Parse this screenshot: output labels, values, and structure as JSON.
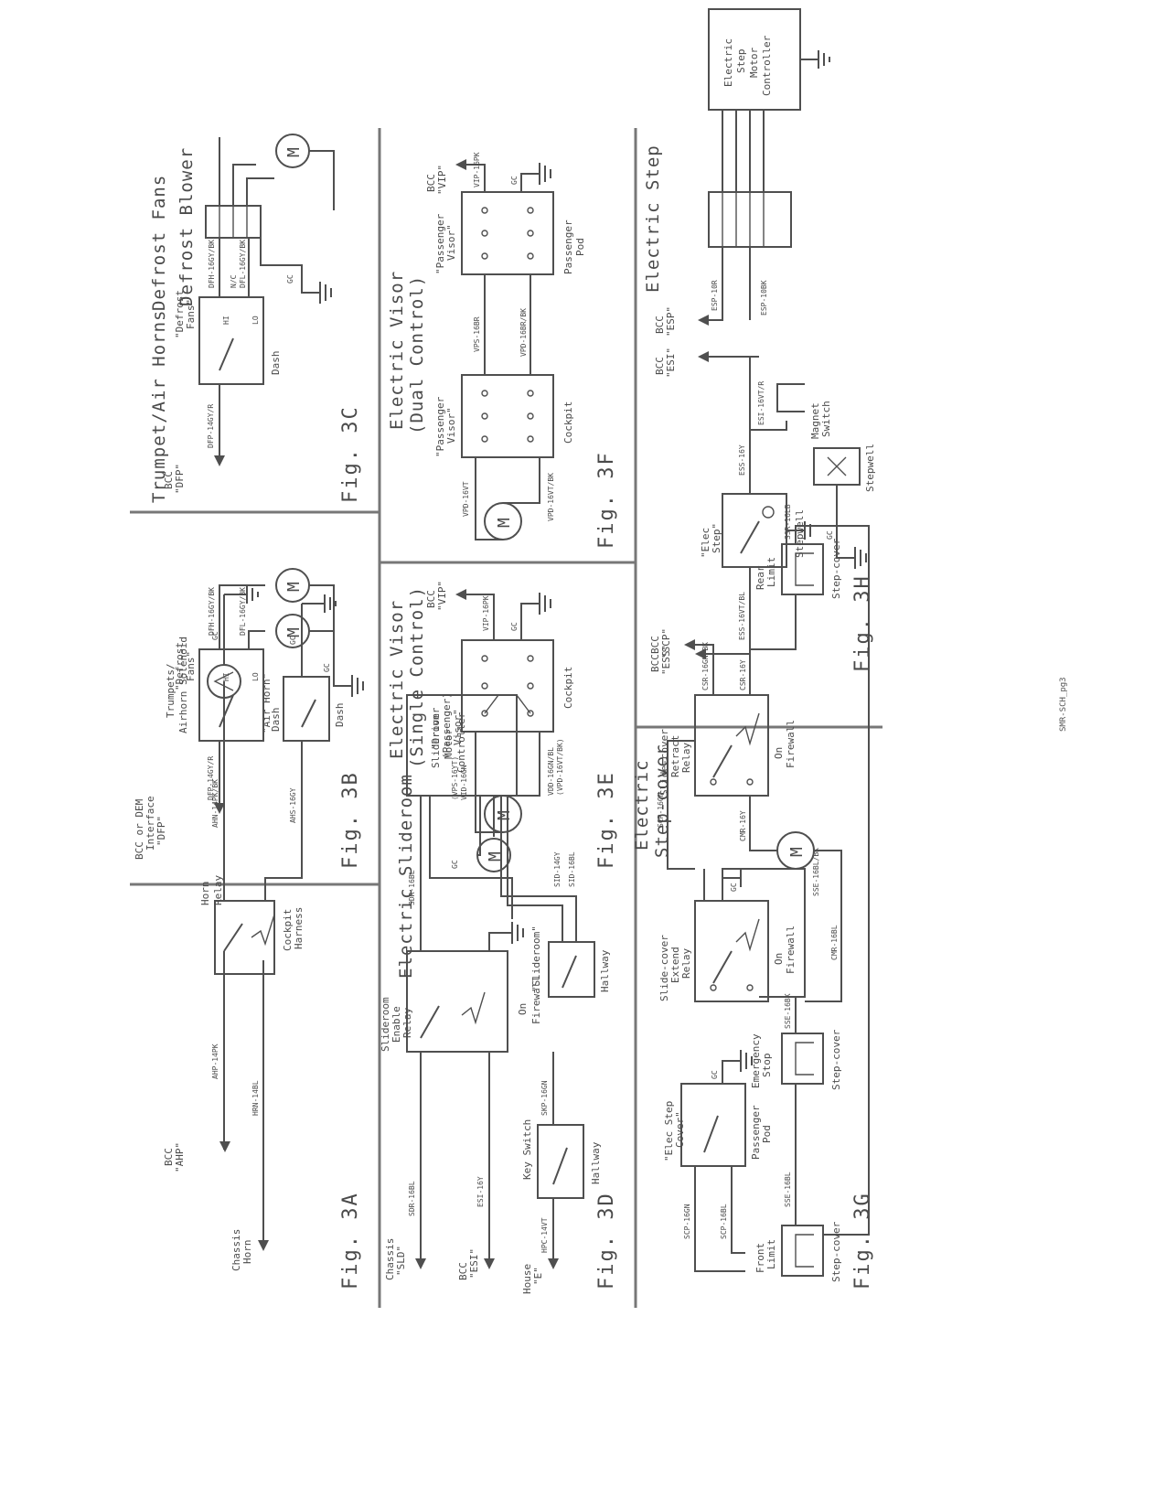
{
  "page_code": "SMR-SCH_pg3",
  "fig3a": {
    "fig": "Fig. 3A",
    "title": "Trumpet/Air Horns",
    "bcc": "BCC",
    "bcc_sig": "\"AHP\"",
    "chassis_1": "Chassis",
    "chassis_2": "Horn",
    "horn_relay_1": "Horn",
    "horn_relay_2": "Relay",
    "cockpit_1": "Cockpit",
    "cockpit_2": "Harness",
    "sol_1": "Trumpets/",
    "sol_2": "Airhorn Solenoid",
    "air_horn": "\"Air Horn\"",
    "dash": "Dash",
    "gc": "GC",
    "w1": "AHP-14PK",
    "w2": "HRN-14BL",
    "w3": "AHN-14PK/BK",
    "w4": "AHS-16GY"
  },
  "fig3b": {
    "fig": "Fig. 3B",
    "title": "Defrost Fans",
    "src_1": "BCC or DEM",
    "src_2": "Interface",
    "src_3": "\"DFP\"",
    "sw_1": "\"Defrost",
    "sw_2": "Fans\"",
    "hi": "HI",
    "lo": "LO",
    "dash": "Dash",
    "gc": "GC",
    "w1": "DFP-14GY/R",
    "w2": "DFH-16GY/BK",
    "w3": "DFL-16GY/BK",
    "m": "M"
  },
  "fig3c": {
    "fig": "Fig. 3C",
    "title": "Defrost Blower",
    "bcc": "BCC",
    "bcc_sig": "\"DFP\"",
    "sw_1": "\"Defrost",
    "sw_2": "Fans\"",
    "hi": "HI",
    "lo": "LO",
    "dash": "Dash",
    "gc": "GC",
    "nc": "N/C",
    "w1": "DFP-14GY/R",
    "w2": "DFH-16GY/BK",
    "w3": "DFL-16GY/BK",
    "m": "M"
  },
  "fig3d": {
    "fig": "Fig. 3D",
    "title": "Electric Slideroom",
    "chassis_1": "Chassis",
    "chassis_2": "\"SLD\"",
    "bcc": "BCC",
    "bcc_sig": "\"ESI\"",
    "house_1": "House",
    "house_2": "\"E\"",
    "relay_1": "Slideroom",
    "relay_2": "Enable",
    "relay_3": "Relay",
    "on_firewall_1": "On",
    "on_firewall_2": "Firewall",
    "key_switch": "Key Switch",
    "hallway": "Hallway",
    "ctrl_1": "Slideroom",
    "ctrl_2": "Motor",
    "ctrl_3": "Controller",
    "slideroom_sw": "\"Slideroom\"",
    "gc": "GC",
    "m": "M",
    "w1": "SDR-16BL",
    "w2": "ESI-16Y",
    "w3": "HPC-14VT",
    "w4": "SKP-16GN",
    "w5": "SDR-16BL",
    "w6": "SID-14GY",
    "w7": "SID-16BL"
  },
  "fig3e": {
    "fig": "Fig. 3E",
    "title_1": "Electric Visor",
    "title_2": "(Single Control)",
    "bcc": "BCC",
    "bcc_sig": "\"VIP\"",
    "sw_1": "\"Driver",
    "sw_2": "(Passenger)",
    "sw_3": "Visor\"",
    "cockpit": "Cockpit",
    "gc": "GC",
    "m": "M",
    "w1": "VID-16GN",
    "w2": "(VPS-16YT)",
    "w3": "VDD-16GN/BL",
    "w4": "(VPD-16VT/BK)",
    "w5": "VIP-16PK"
  },
  "fig3f": {
    "fig": "Fig. 3F",
    "title_1": "Electric Visor",
    "title_2": "(Dual Control)",
    "bcc": "BCC",
    "bcc_sig": "\"VIP\"",
    "sw1_1": "\"Passenger",
    "sw1_2": "Visor\"",
    "sw2_1": "\"Passenger",
    "sw2_2": "Visor\"",
    "cockpit": "Cockpit",
    "pod_1": "Passenger",
    "pod_2": "Pod",
    "gc": "GC",
    "m": "M",
    "w1": "VPD-16VT",
    "w2": "VPD-16VT/BK",
    "w3": "VPS-16BR",
    "w4": "VPD-16BR/BK",
    "w5": "VIP-16PK"
  },
  "fig3g": {
    "fig": "Fig. 3G",
    "title_1": "Electric",
    "title_2": "Step-cover",
    "bcc": "BCC",
    "bcc_sig": "\"SCP\"",
    "sw_1": "\"Elec Step",
    "sw_2": "Cover\"",
    "pod_1": "Passenger",
    "pod_2": "Pod",
    "front_1": "Front",
    "front_2": "Limit",
    "emerg_1": "Emergency",
    "emerg_2": "Stop",
    "rear_1": "Rear",
    "rear_2": "Limit",
    "step_cover": "Step-cover",
    "ext_1": "Slide-cover",
    "ext_2": "Extend",
    "ext_3": "Relay",
    "ret_1": "Slide-cover",
    "ret_2": "Retract",
    "ret_3": "Relay",
    "on_firewall_1": "On",
    "on_firewall_2": "Firewall",
    "gc": "GC",
    "m": "M",
    "w1": "SCP-16GN",
    "w2": "SCP-16BL",
    "w3": "SSE-16BL",
    "w4": "SSE-16BK",
    "w5": "SSE-16BL/BK",
    "w6": "CMR-16Y",
    "w7": "CMR-16BL",
    "w8": "CSR-16GN/BK",
    "w9": "SCP-16GN",
    "w10": "SSR-16LB",
    "w11": "CSR-16Y"
  },
  "fig3h": {
    "fig": "Fig. 3H",
    "title": "Electric Step",
    "bcc1": "BCC",
    "bcc1_sig": "\"ESS\"",
    "bcc2": "BCC",
    "bcc2_sig": "\"ESI\"",
    "bcc3": "BCC",
    "bcc3_sig": "\"ESP\"",
    "sw_1": "\"Elec",
    "sw_2": "Step\"",
    "stepwell": "Stepwell",
    "magnet_1": "Magnet",
    "magnet_2": "Switch",
    "stepwell2": "Stepwell",
    "ctrl_1": "Electric",
    "ctrl_2": "Step",
    "ctrl_3": "Motor",
    "ctrl_4": "Controller",
    "gc": "GC",
    "w1": "ESS-16VT/BL",
    "w2": "ESI-16VT/R",
    "w3": "ESP-10R",
    "w4": "ESP-10BK",
    "w5": "ESS-16Y"
  }
}
